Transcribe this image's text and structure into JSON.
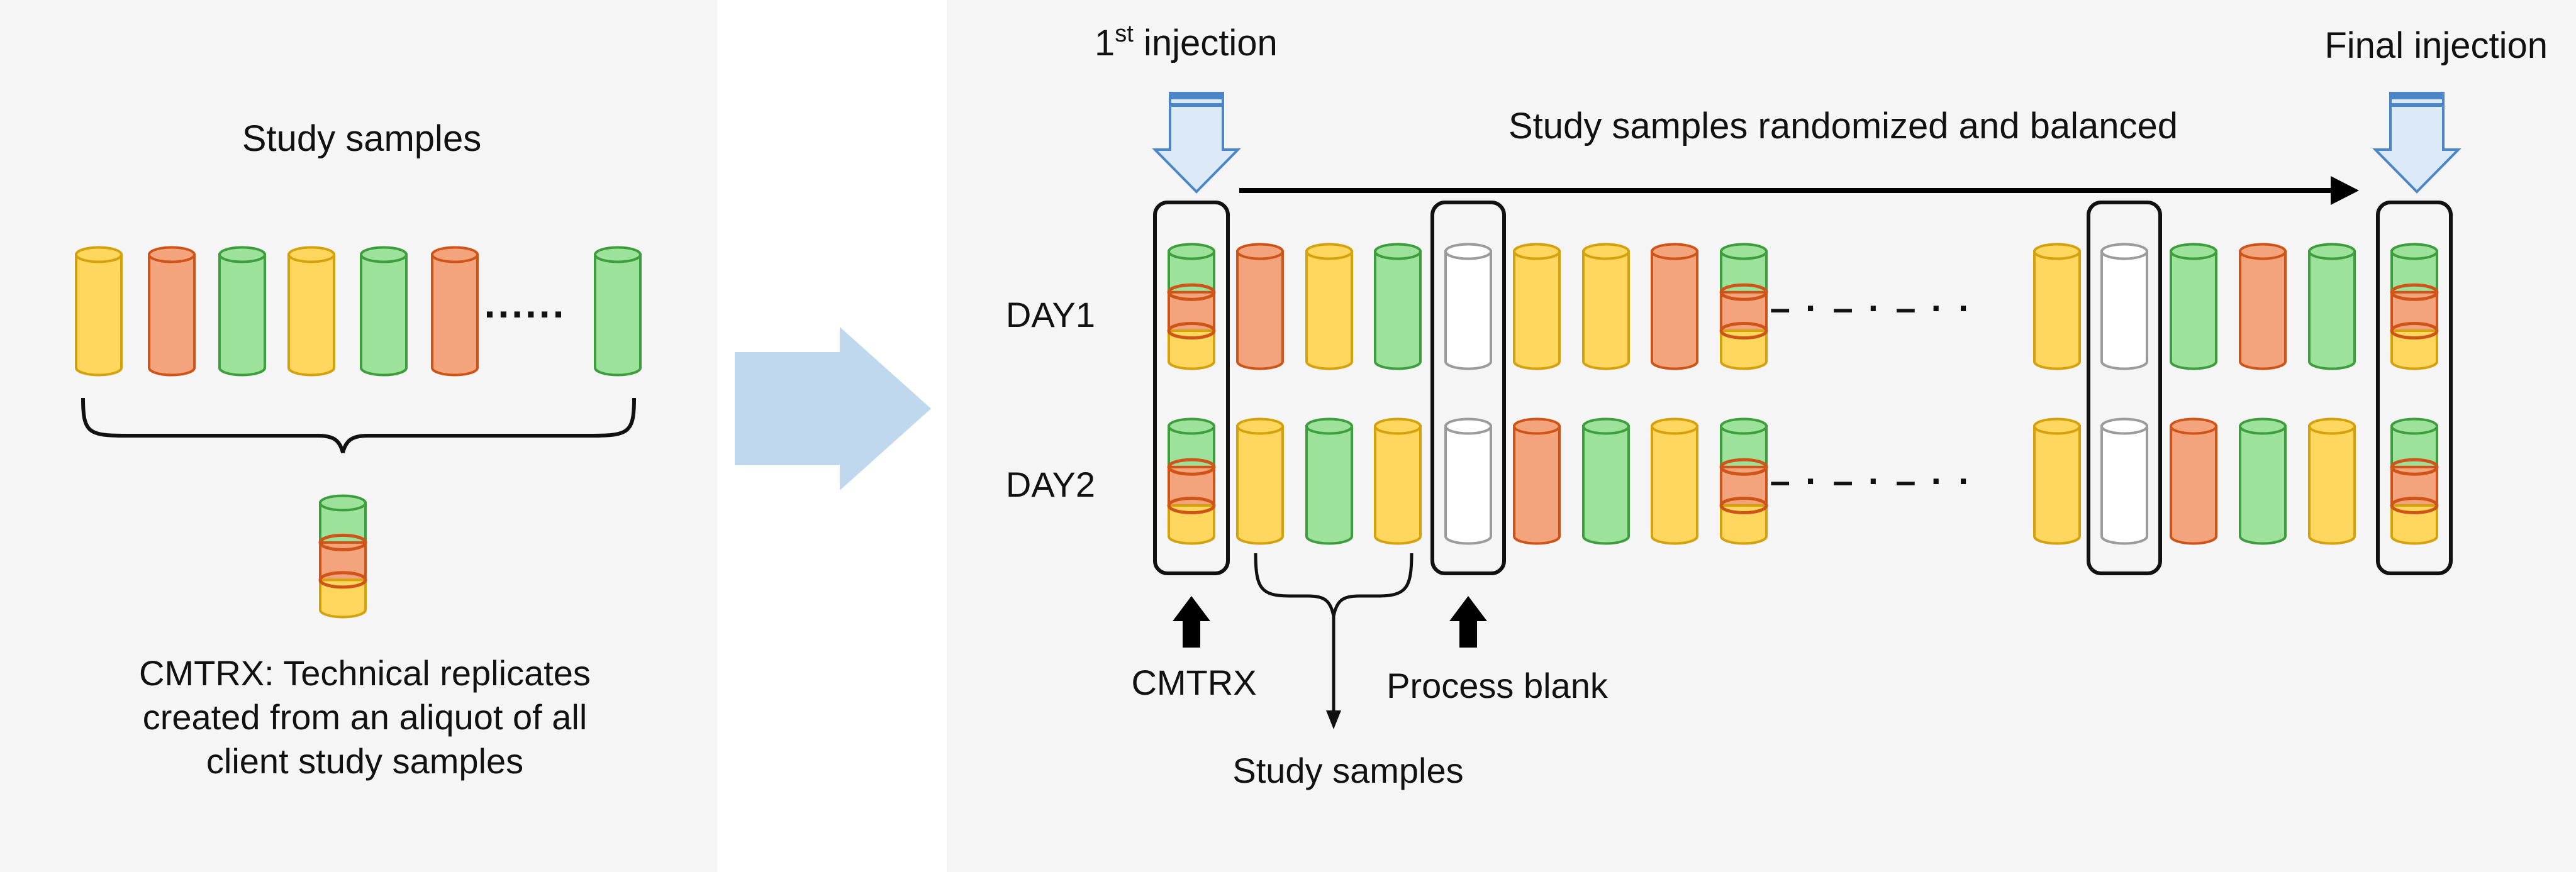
{
  "left_panel": {
    "title": "Study samples",
    "ellipsis": "......",
    "caption_lines": [
      "CMTRX: Technical replicates",
      "created from an aliquot of all",
      "client study samples"
    ],
    "tube_colors": [
      "yellow",
      "orange",
      "green",
      "yellow",
      "green",
      "orange",
      "green"
    ]
  },
  "right_panel": {
    "first_injection_prefix": "1",
    "first_injection_sup": "st",
    "first_injection_suffix": " injection",
    "final_injection": "Final injection",
    "flow_label": "Study samples randomized and balanced",
    "day1_label": "DAY1",
    "day2_label": "DAY2",
    "dash_dot": "– · – · – · ·",
    "cmtrx_label": "CMTRX",
    "process_blank_label": "Process blank",
    "study_samples_label": "Study samples",
    "day1_tubes": [
      "cmtrx",
      "orange",
      "yellow",
      "green",
      "blank",
      "yellow",
      "yellow",
      "orange",
      "cmtrx",
      "yellow",
      "blank",
      "green",
      "orange",
      "green",
      "cmtrx"
    ],
    "day2_tubes": [
      "cmtrx",
      "yellow",
      "green",
      "yellow",
      "blank",
      "orange",
      "green",
      "yellow",
      "cmtrx",
      "yellow",
      "blank",
      "orange",
      "green",
      "yellow",
      "cmtrx"
    ]
  },
  "colors": {
    "yellow_fill": "#FFD75E",
    "yellow_stroke": "#D4A20C",
    "orange_fill": "#F4A47C",
    "orange_stroke": "#CF5418",
    "green_fill": "#9CE29A",
    "green_stroke": "#3E9E3E",
    "blank_fill": "#FFFFFF",
    "blank_stroke": "#9B9B9B",
    "panel_bg": "#F5F5F5",
    "arrow_blue": "#BFD8EE",
    "inject_arrow_fill": "#DCEAF7",
    "inject_arrow_stroke": "#4D86C6"
  }
}
